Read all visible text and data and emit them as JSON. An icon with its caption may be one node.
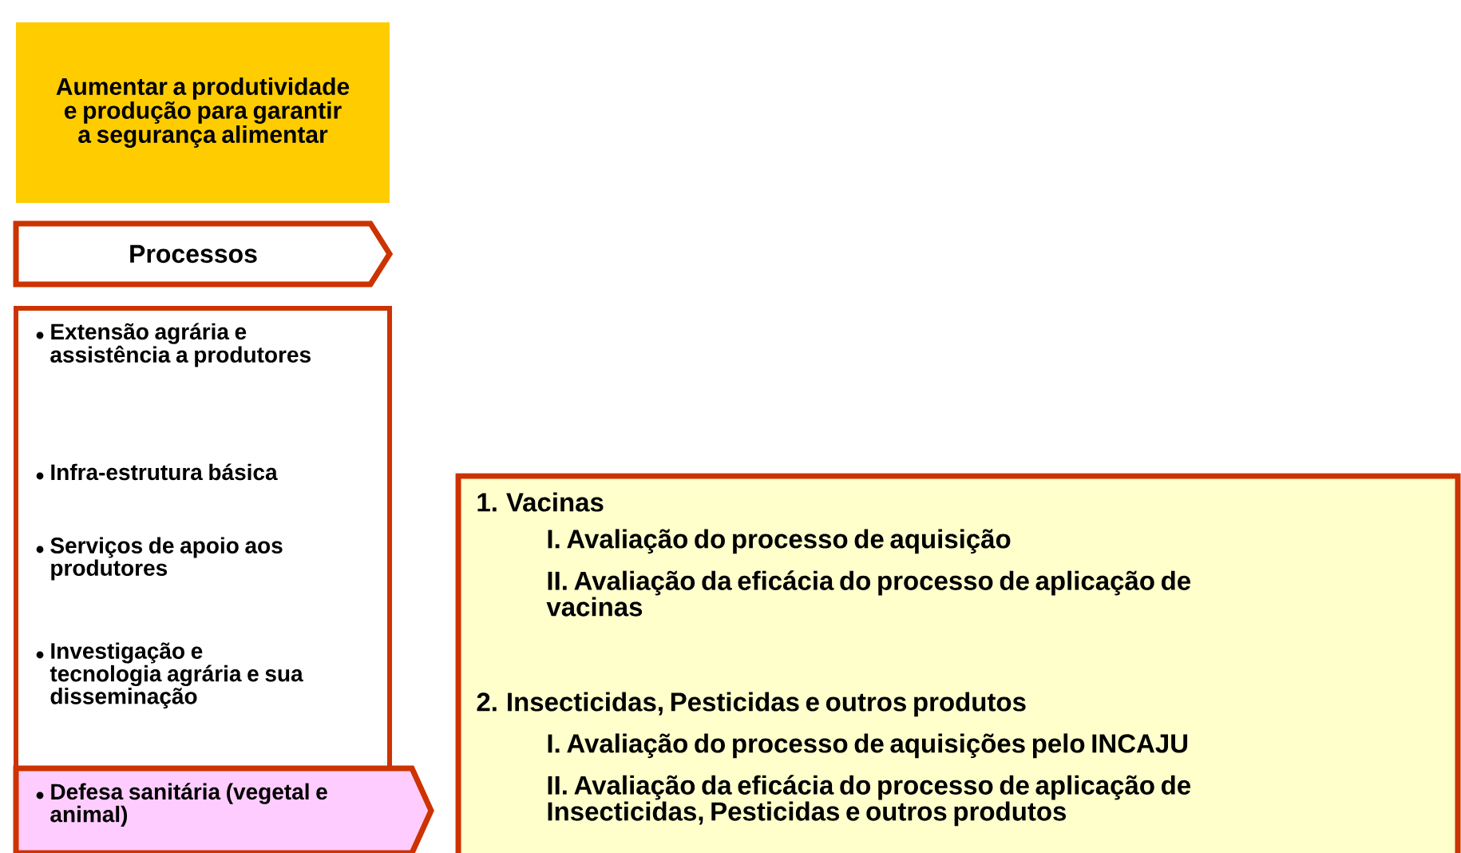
{
  "diagram": {
    "nodes": [
      {
        "text": [
          "Aumentar a produtividade e produção para garantir a segurança alimentar"
        ]
      },
      {
        "text": [
          "Processos"
        ]
      },
      {
        "text": [
          "Extensão agrária e assistência a produtores",
          "Infra-estrutura básica",
          "Serviços de apoio aos produtores",
          "Investigação e tecnologia agrária e sua disseminação"
        ]
      },
      {
        "text": [
          "Defesa sanitária (vegetal e animal)"
        ]
      },
      {
        "text": [
          "1. Vacinas",
          "I. Avaliação do processo de aquisição",
          "II. Avaliação da eficácia do processo de aplicação de vacinas",
          "2. Insecticidas, Pesticidas e outros produtos",
          "I. Avaliação do processo de aquisições pelo INCAJU",
          "II. Avaliação da eficácia do processo de aplicação de Insecticidas, Pesticidas e outros produtos"
        ]
      }
    ],
    "edges": []
  }
}
